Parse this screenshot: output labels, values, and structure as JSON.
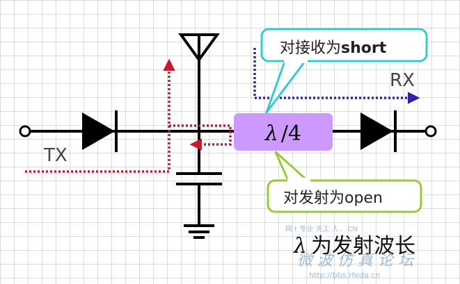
{
  "labels": {
    "tx": "TX",
    "rx": "RX",
    "lambda_box": "λ/4",
    "lambda_symbol": "λ",
    "lambda_fraction": "/4",
    "callout_short_prefix": "对接收为",
    "callout_short_bold": "short",
    "callout_open": "对发射为open",
    "note_prefix": "λ",
    "note_text": "为发射波长"
  },
  "watermark": {
    "line1": "网 t 专业 天工 人..  .CN",
    "line2": "微 波 仿 真 论 坛",
    "url": "http://bbs.rfeda.cn"
  },
  "colors": {
    "wire": "#000000",
    "lambda_box_fill": "#cc99ff",
    "callout_border": "#33cccc",
    "callout_open_border": "#99cc33",
    "tx_path": "#d0142c",
    "rx_path": "#3a1fa8",
    "watermark": "#7fa8c8"
  }
}
